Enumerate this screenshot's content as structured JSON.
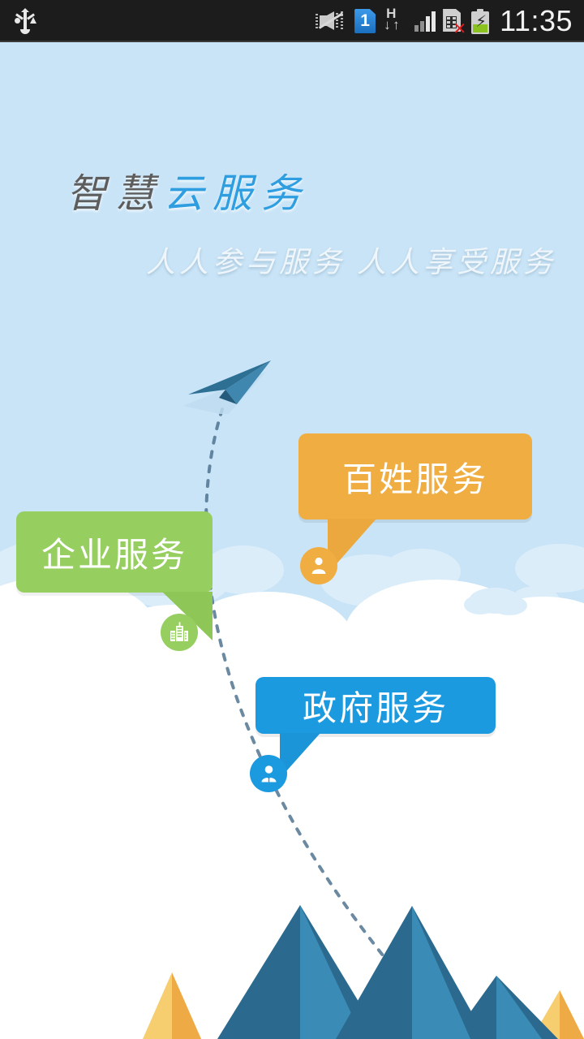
{
  "statusbar": {
    "time": "11:35",
    "sim_badge": "1",
    "network_type": "H",
    "icons": [
      "usb-icon",
      "mute-vibrate-icon",
      "sim-card-1-icon",
      "hsdpa-data-icon",
      "signal-strength-icon",
      "sd-card-error-icon",
      "battery-charging-icon"
    ]
  },
  "hero": {
    "title_dark": "智慧",
    "title_blue": "云服务",
    "subtitle": "人人参与服务  人人享受服务"
  },
  "bubbles": [
    {
      "id": "citizen",
      "label": "百姓服务",
      "color": "#f0ae42",
      "icon": "person-icon"
    },
    {
      "id": "enterprise",
      "label": "企业服务",
      "color": "#96ce60",
      "icon": "building-icon"
    },
    {
      "id": "government",
      "label": "政府服务",
      "color": "#1b9ae0",
      "icon": "official-person-icon"
    }
  ],
  "scene": {
    "sky_color": "#c9e4f7",
    "cloud_color": "#ffffff",
    "cloud_shadow_color": "#dcedfa",
    "plane_color": "#2e6f94",
    "plane_light_color": "#3f87ae",
    "plane_shadow_color": "#bfdcf0",
    "trail_color": "#4a6f8c",
    "mountain_dark": "#2b6a8e",
    "mountain_light": "#3a8bb5",
    "mountain_orange": "#eeab45",
    "mountain_orange_light": "#f6cd6f"
  }
}
